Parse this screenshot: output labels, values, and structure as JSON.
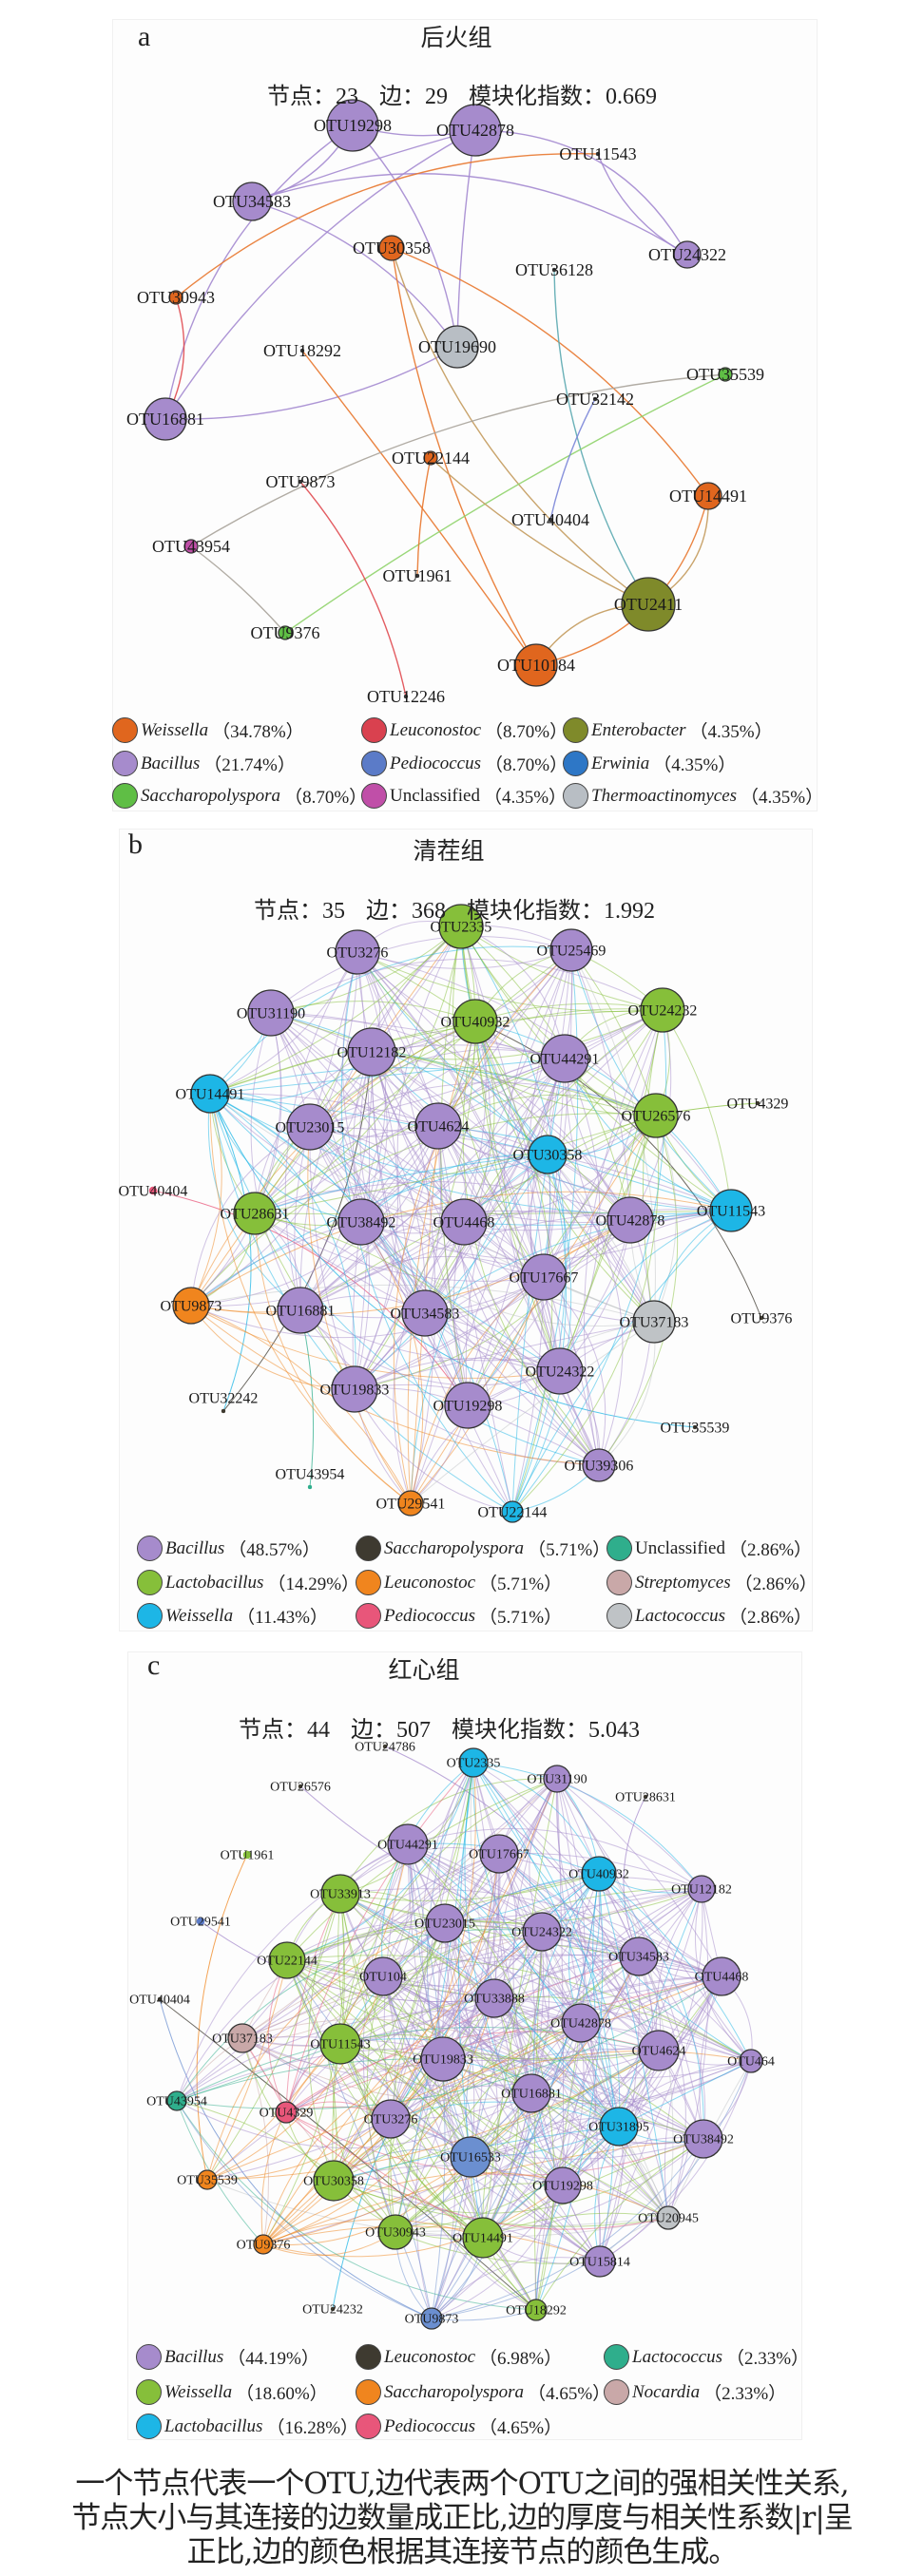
{
  "panels": [
    {
      "letter": "a",
      "title": "后火组",
      "stats": {
        "nodes_label": "节点：",
        "nodes": "23",
        "edges_label": "边：",
        "edges": "29",
        "modularity_label": "模块化指数：",
        "modularity": "0.669"
      },
      "nodes": [
        {
          "label": "OTU19298",
          "color": "#a68bcc"
        },
        {
          "label": "OTU42878",
          "color": "#a68bcc"
        },
        {
          "label": "OTU11543",
          "color": "#333333"
        },
        {
          "label": "OTU34583",
          "color": "#a68bcc"
        },
        {
          "label": "OTU30358",
          "color": "#e0661e"
        },
        {
          "label": "OTU24322",
          "color": "#a68bcc"
        },
        {
          "label": "OTU36128",
          "color": "#333333"
        },
        {
          "label": "OTU30943",
          "color": "#e0661e"
        },
        {
          "label": "OTU18292",
          "color": "#333333"
        },
        {
          "label": "OTU19690",
          "color": "#b8bec4"
        },
        {
          "label": "OTU35539",
          "color": "#5fbe45"
        },
        {
          "label": "OTU32142",
          "color": "#333333"
        },
        {
          "label": "OTU16881",
          "color": "#a68bcc"
        },
        {
          "label": "OTU22144",
          "color": "#e0661e"
        },
        {
          "label": "OTU9873",
          "color": "#333333"
        },
        {
          "label": "OTU14491",
          "color": "#e0661e"
        },
        {
          "label": "OTU40404",
          "color": "#333333"
        },
        {
          "label": "OTU43954",
          "color": "#c04fa8"
        },
        {
          "label": "OTU1961",
          "color": "#333333"
        },
        {
          "label": "OTU2411",
          "color": "#7f8a2a"
        },
        {
          "label": "OTU9376",
          "color": "#5fbe45"
        },
        {
          "label": "OTU10184",
          "color": "#e0661e"
        },
        {
          "label": "OTU12246",
          "color": "#333333"
        }
      ],
      "edges": [
        [
          "OTU19298",
          "OTU42878",
          "#a48ad0"
        ],
        [
          "OTU19298",
          "OTU34583",
          "#a48ad0"
        ],
        [
          "OTU42878",
          "OTU34583",
          "#a48ad0"
        ],
        [
          "OTU34583",
          "OTU24322",
          "#a48ad0"
        ],
        [
          "OTU42878",
          "OTU24322",
          "#a48ad0"
        ],
        [
          "OTU11543",
          "OTU24322",
          "#a48ad0"
        ],
        [
          "OTU19298",
          "OTU19690",
          "#a48ad0"
        ],
        [
          "OTU42878",
          "OTU19690",
          "#a48ad0"
        ],
        [
          "OTU34583",
          "OTU19690",
          "#a48ad0"
        ],
        [
          "OTU42878",
          "OTU16881",
          "#a48ad0"
        ],
        [
          "OTU19298",
          "OTU16881",
          "#a48ad0"
        ],
        [
          "OTU19690",
          "OTU16881",
          "#a48ad0"
        ],
        [
          "OTU30943",
          "OTU11543",
          "#e8772e"
        ],
        [
          "OTU30943",
          "OTU16881",
          "#e04a50"
        ],
        [
          "OTU30358",
          "OTU10184",
          "#e8772e"
        ],
        [
          "OTU30358",
          "OTU2411",
          "#c39a5c"
        ],
        [
          "OTU30358",
          "OTU14491",
          "#e8772e"
        ],
        [
          "OTU18292",
          "OTU10184",
          "#e8772e"
        ],
        [
          "OTU36128",
          "OTU2411",
          "#5aa8b0"
        ],
        [
          "OTU35539",
          "OTU43954",
          "#a9a39a"
        ],
        [
          "OTU35539",
          "OTU9376",
          "#8fd36a"
        ],
        [
          "OTU22144",
          "OTU2411",
          "#c39a5c"
        ],
        [
          "OTU22144",
          "OTU1961",
          "#e8772e"
        ],
        [
          "OTU40404",
          "OTU32142",
          "#7b86d8"
        ],
        [
          "OTU14491",
          "OTU2411",
          "#c39a5c"
        ],
        [
          "OTU14491",
          "OTU10184",
          "#e8772e"
        ],
        [
          "OTU2411",
          "OTU10184",
          "#c39a5c"
        ],
        [
          "OTU9873",
          "OTU12246",
          "#e04a50"
        ],
        [
          "OTU43954",
          "OTU9376",
          "#a9a39a"
        ]
      ],
      "legend": [
        {
          "name": "Weissella",
          "pct": "（34.78%）",
          "color": "#e0661e",
          "italic": true
        },
        {
          "name": "Bacillus",
          "pct": "（21.74%）",
          "color": "#a68bcc",
          "italic": true
        },
        {
          "name": "Saccharopolyspora",
          "pct": "（8.70%）",
          "color": "#5fbe45",
          "italic": true
        },
        {
          "name": "Leuconostoc",
          "pct": "（8.70%）",
          "color": "#d9414f",
          "italic": true
        },
        {
          "name": "Pediococcus",
          "pct": "（8.70%）",
          "color": "#5b7bc8",
          "italic": true
        },
        {
          "name": "Unclassified",
          "pct": "（4.35%）",
          "color": "#c04fa8",
          "italic": false
        },
        {
          "name": "Enterobacter",
          "pct": "（4.35%）",
          "color": "#7f8a2a",
          "italic": true
        },
        {
          "name": "Erwinia",
          "pct": "（4.35%）",
          "color": "#2e77c6",
          "italic": true
        },
        {
          "name": "Thermoactinomyces",
          "pct": "（4.35%）",
          "color": "#b8bec4",
          "italic": true
        }
      ]
    },
    {
      "letter": "b",
      "title": "清茬组",
      "stats": {
        "nodes_label": "节点：",
        "nodes": "35",
        "edges_label": "边：",
        "edges": "368",
        "modularity_label": "模块化指数：",
        "modularity": "1.992"
      },
      "edge_count": 368,
      "nodes": [
        {
          "label": "OTU2335",
          "color": "#86bf3a"
        },
        {
          "label": "OTU3276",
          "color": "#a68bcc"
        },
        {
          "label": "OTU25469",
          "color": "#a68bcc"
        },
        {
          "label": "OTU31190",
          "color": "#a68bcc"
        },
        {
          "label": "OTU40932",
          "color": "#86bf3a"
        },
        {
          "label": "OTU24232",
          "color": "#86bf3a"
        },
        {
          "label": "OTU12182",
          "color": "#a68bcc"
        },
        {
          "label": "OTU44291",
          "color": "#a68bcc"
        },
        {
          "label": "OTU14491",
          "color": "#1db6e6"
        },
        {
          "label": "OTU4329",
          "color": "#3e3a30"
        },
        {
          "label": "OTU26576",
          "color": "#86bf3a"
        },
        {
          "label": "OTU23015",
          "color": "#a68bcc"
        },
        {
          "label": "OTU4624",
          "color": "#a68bcc"
        },
        {
          "label": "OTU30358",
          "color": "#1db6e6"
        },
        {
          "label": "OTU40404",
          "color": "#e8567a"
        },
        {
          "label": "OTU28631",
          "color": "#86bf3a"
        },
        {
          "label": "OTU38492",
          "color": "#a68bcc"
        },
        {
          "label": "OTU4468",
          "color": "#a68bcc"
        },
        {
          "label": "OTU42878",
          "color": "#a68bcc"
        },
        {
          "label": "OTU11543",
          "color": "#1db6e6"
        },
        {
          "label": "OTU17667",
          "color": "#a68bcc"
        },
        {
          "label": "OTU9873",
          "color": "#f0851e"
        },
        {
          "label": "OTU16881",
          "color": "#a68bcc"
        },
        {
          "label": "OTU34583",
          "color": "#a68bcc"
        },
        {
          "label": "OTU37183",
          "color": "#bfc3c6"
        },
        {
          "label": "OTU9376",
          "color": "#3e3a30"
        },
        {
          "label": "OTU24322",
          "color": "#a68bcc"
        },
        {
          "label": "OTU32242",
          "color": "#3e3a30"
        },
        {
          "label": "OTU19833",
          "color": "#a68bcc"
        },
        {
          "label": "OTU19298",
          "color": "#a68bcc"
        },
        {
          "label": "OTU35539",
          "color": "#3e3a30"
        },
        {
          "label": "OTU39306",
          "color": "#a68bcc"
        },
        {
          "label": "OTU43954",
          "color": "#2fae8c"
        },
        {
          "label": "OTU29541",
          "color": "#f0851e"
        },
        {
          "label": "OTU22144",
          "color": "#1db6e6"
        }
      ],
      "legend": [
        {
          "name": "Bacillus",
          "pct": "（48.57%）",
          "color": "#a68bcc",
          "italic": true
        },
        {
          "name": "Lactobacillus",
          "pct": "（14.29%）",
          "color": "#86bf3a",
          "italic": true
        },
        {
          "name": "Weissella",
          "pct": "（11.43%）",
          "color": "#1db6e6",
          "italic": true
        },
        {
          "name": "Saccharopolyspora",
          "pct": "（5.71%）",
          "color": "#3e3a30",
          "italic": true
        },
        {
          "name": "Leuconostoc",
          "pct": "（5.71%）",
          "color": "#f0851e",
          "italic": true
        },
        {
          "name": "Pediococcus",
          "pct": "（5.71%）",
          "color": "#e8567a",
          "italic": true
        },
        {
          "name": "Unclassified",
          "pct": "（2.86%）",
          "color": "#2fae8c",
          "italic": false
        },
        {
          "name": "Streptomyces",
          "pct": "（2.86%）",
          "color": "#c9a8a8",
          "italic": true
        },
        {
          "name": "Lactococcus",
          "pct": "（2.86%）",
          "color": "#bfc3c6",
          "italic": true
        }
      ]
    },
    {
      "letter": "c",
      "title": "红心组",
      "stats": {
        "nodes_label": "节点：",
        "nodes": "44",
        "edges_label": "边：",
        "edges": "507",
        "modularity_label": "模块化指数：",
        "modularity": "5.043"
      },
      "edge_count": 507,
      "nodes": [
        {
          "label": "OTU24786",
          "color": "#3e3a30"
        },
        {
          "label": "OTU2335",
          "color": "#1db6e6"
        },
        {
          "label": "OTU26576",
          "color": "#3e3a30"
        },
        {
          "label": "OTU31190",
          "color": "#a68bcc"
        },
        {
          "label": "OTU28631",
          "color": "#3e3a30"
        },
        {
          "label": "OTU44291",
          "color": "#a68bcc"
        },
        {
          "label": "OTU17667",
          "color": "#a68bcc"
        },
        {
          "label": "OTU1961",
          "color": "#86bf3a"
        },
        {
          "label": "OTU40932",
          "color": "#1db6e6"
        },
        {
          "label": "OTU12182",
          "color": "#a68bcc"
        },
        {
          "label": "OTU33913",
          "color": "#86bf3a"
        },
        {
          "label": "OTU29541",
          "color": "#5b7bc8"
        },
        {
          "label": "OTU23015",
          "color": "#a68bcc"
        },
        {
          "label": "OTU24322",
          "color": "#a68bcc"
        },
        {
          "label": "OTU22144",
          "color": "#86bf3a"
        },
        {
          "label": "OTU34583",
          "color": "#a68bcc"
        },
        {
          "label": "OTU104",
          "color": "#a68bcc"
        },
        {
          "label": "OTU4468",
          "color": "#a68bcc"
        },
        {
          "label": "OTU40404",
          "color": "#3e3a30"
        },
        {
          "label": "OTU33888",
          "color": "#a68bcc"
        },
        {
          "label": "OTU42878",
          "color": "#a68bcc"
        },
        {
          "label": "OTU37183",
          "color": "#c9a8a8"
        },
        {
          "label": "OTU11543",
          "color": "#86bf3a"
        },
        {
          "label": "OTU19833",
          "color": "#a68bcc"
        },
        {
          "label": "OTU4624",
          "color": "#a68bcc"
        },
        {
          "label": "OTU464",
          "color": "#a68bcc"
        },
        {
          "label": "OTU16881",
          "color": "#a68bcc"
        },
        {
          "label": "OTU43954",
          "color": "#2fae8c"
        },
        {
          "label": "OTU4329",
          "color": "#e8567a"
        },
        {
          "label": "OTU3276",
          "color": "#a68bcc"
        },
        {
          "label": "OTU31895",
          "color": "#1db6e6"
        },
        {
          "label": "OTU38492",
          "color": "#a68bcc"
        },
        {
          "label": "OTU16533",
          "color": "#6b8fd0"
        },
        {
          "label": "OTU35539",
          "color": "#f0851e"
        },
        {
          "label": "OTU30358",
          "color": "#86bf3a"
        },
        {
          "label": "OTU19298",
          "color": "#a68bcc"
        },
        {
          "label": "OTU20945",
          "color": "#bfc3c6"
        },
        {
          "label": "OTU30943",
          "color": "#86bf3a"
        },
        {
          "label": "OTU14491",
          "color": "#86bf3a"
        },
        {
          "label": "OTU9376",
          "color": "#f0851e"
        },
        {
          "label": "OTU15814",
          "color": "#a68bcc"
        },
        {
          "label": "OTU24232",
          "color": "#3e3a30"
        },
        {
          "label": "OTU9873",
          "color": "#6b8fd0"
        },
        {
          "label": "OTU18292",
          "color": "#86bf3a"
        }
      ],
      "legend": [
        {
          "name": "Bacillus",
          "pct": "（44.19%）",
          "color": "#a68bcc",
          "italic": true
        },
        {
          "name": "Weissella",
          "pct": "（18.60%）",
          "color": "#86bf3a",
          "italic": true
        },
        {
          "name": "Lactobacillus",
          "pct": "（16.28%）",
          "color": "#1db6e6",
          "italic": true
        },
        {
          "name": "Leuconostoc",
          "pct": "（6.98%）",
          "color": "#3e3a30",
          "italic": true
        },
        {
          "name": "Saccharopolyspora",
          "pct": "（4.65%）",
          "color": "#f0851e",
          "italic": true
        },
        {
          "name": "Pediococcus",
          "pct": "（4.65%）",
          "color": "#e8567a",
          "italic": true
        },
        {
          "name": "Lactococcus",
          "pct": "（2.33%）",
          "color": "#2fae8c",
          "italic": true
        },
        {
          "name": "Nocardia",
          "pct": "（2.33%）",
          "color": "#c9a8a8",
          "italic": true
        }
      ]
    }
  ],
  "caption": [
    "一个节点代表一个OTU,边代表两个OTU之间的强相关性关系,",
    "节点大小与其连接的边数量成正比,边的厚度与相关性系数|r|呈",
    "正比,边的颜色根据其连接节点的颜色生成。"
  ]
}
